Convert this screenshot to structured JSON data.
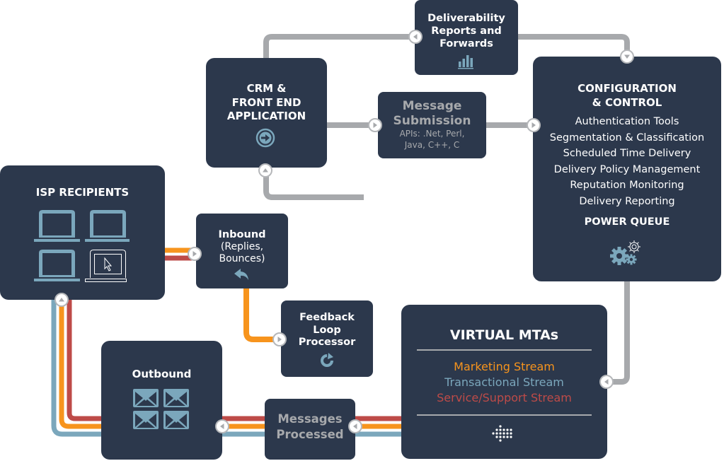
{
  "colors": {
    "box_bg": "#2c384c",
    "connector_gray": "#a7a9ac",
    "marketing_orange": "#f7941d",
    "transactional_blue": "#7ba7bc",
    "service_red": "#be4b48",
    "icon_blue": "#7ba7bc"
  },
  "deliverability": {
    "title_lines": [
      "Deliverability",
      "Reports and",
      "Forwards"
    ],
    "icon": "bar-chart-icon"
  },
  "crm": {
    "title_lines": [
      "CRM &",
      "FRONT END",
      "APPLICATION"
    ],
    "icon": "arrow-right-circle-icon"
  },
  "message_submission": {
    "title_lines": [
      "Message",
      "Submission"
    ],
    "subtitle_lines": [
      "APIs: .Net, Perl,",
      "Java, C++, C"
    ]
  },
  "configuration": {
    "title_lines": [
      "CONFIGURATION",
      "& CONTROL"
    ],
    "features": [
      "Authentication Tools",
      "Segmentation & Classification",
      "Scheduled Time Delivery",
      "Delivery Policy Management",
      "Reputation Monitoring",
      "Delivery Reporting"
    ],
    "footer": "POWER QUEUE",
    "icon": "gears-icon"
  },
  "isp_recipients": {
    "title": "ISP RECIPIENTS",
    "icon": "laptops-icon"
  },
  "inbound": {
    "title": "Inbound",
    "subtitle_lines": [
      "(Replies,",
      "Bounces)"
    ],
    "icon": "reply-icon"
  },
  "feedback_loop": {
    "title_lines": [
      "Feedback",
      "Loop",
      "Processor"
    ],
    "icon": "refresh-icon"
  },
  "virtual_mtas": {
    "title": "VIRTUAL MTAs",
    "streams": [
      {
        "label": "Marketing Stream",
        "color": "#f7941d"
      },
      {
        "label": "Transactional Stream",
        "color": "#7ba7bc"
      },
      {
        "label": "Service/Support Stream",
        "color": "#be4b48"
      }
    ],
    "icon": "dotted-arrow-left-icon"
  },
  "outbound": {
    "title": "Outbound",
    "icon": "envelopes-icon"
  },
  "messages_processed": {
    "title_lines": [
      "Messages",
      "Processed"
    ]
  }
}
